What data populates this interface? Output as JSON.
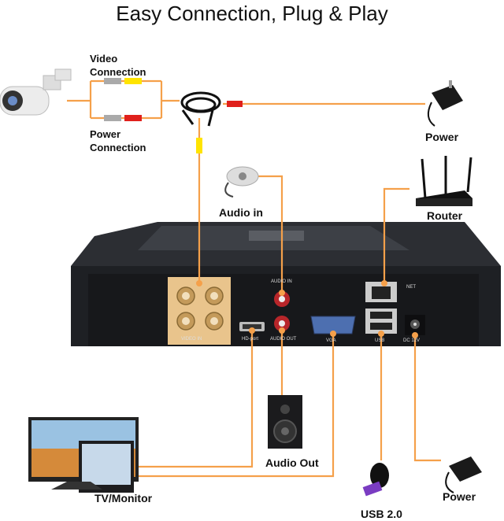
{
  "title": "Easy Connection, Plug & Play",
  "labels": {
    "video_connection": "Video\nConnection",
    "power_connection": "Power\nConnection",
    "power_top": "Power",
    "router": "Router",
    "audio_in": "Audio in",
    "audio_out": "Audio Out",
    "tv_monitor": "TV/Monitor",
    "usb": "USB 2.0",
    "power_bottom": "Power"
  },
  "panel": {
    "video_in": "VIDEO IN",
    "hd_port": "HD-port",
    "audio_in": "AUDIO IN",
    "audio_out": "AUDIO OUT",
    "vga": "VGA",
    "usb": "USB",
    "net": "NET",
    "dc": "DC 12V"
  },
  "colors": {
    "wire": "#f5a04a",
    "yellow": "#ffe400",
    "red": "#e0201c",
    "device": "#222428",
    "bnc": "#e8c99a"
  }
}
